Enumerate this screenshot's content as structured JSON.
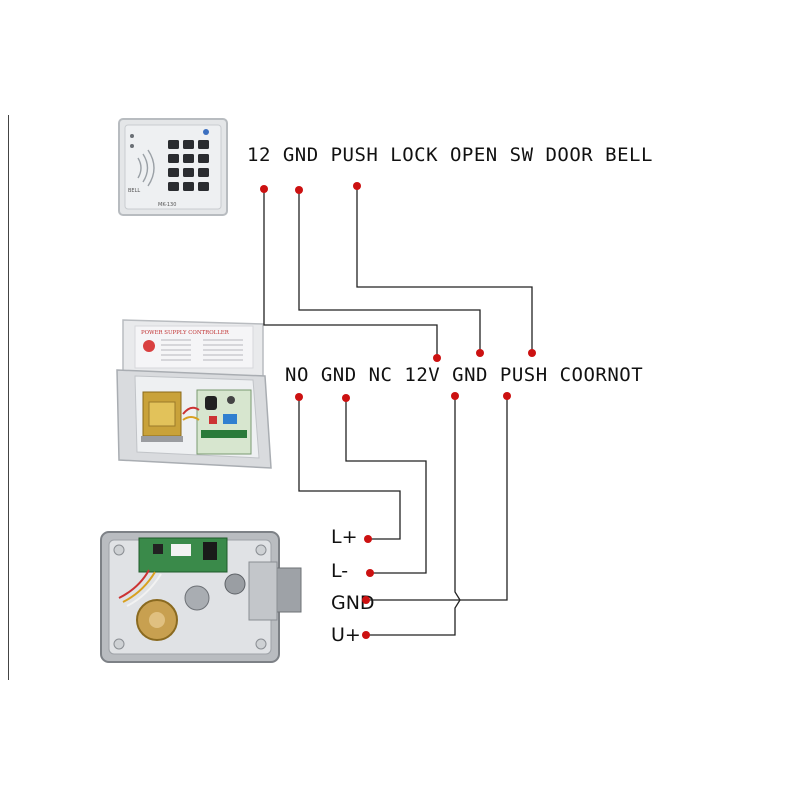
{
  "keypad": {
    "terminals_label": "12 GND PUSH LOCK OPEN SW DOOR BELL",
    "bell_text": "BELL",
    "model_text": "MK-130"
  },
  "power_supply": {
    "plate_title": "POWER SUPPLY CONTROLLER",
    "terminals_label": "NO GND NC 12V GND PUSH  COORNOT"
  },
  "lock": {
    "terminals": [
      {
        "label": "L+"
      },
      {
        "label": "L-"
      },
      {
        "label": "GND"
      },
      {
        "label": "U+"
      }
    ]
  },
  "colors": {
    "wire": "#222222",
    "dot": "#cc1111",
    "text": "#111111"
  }
}
